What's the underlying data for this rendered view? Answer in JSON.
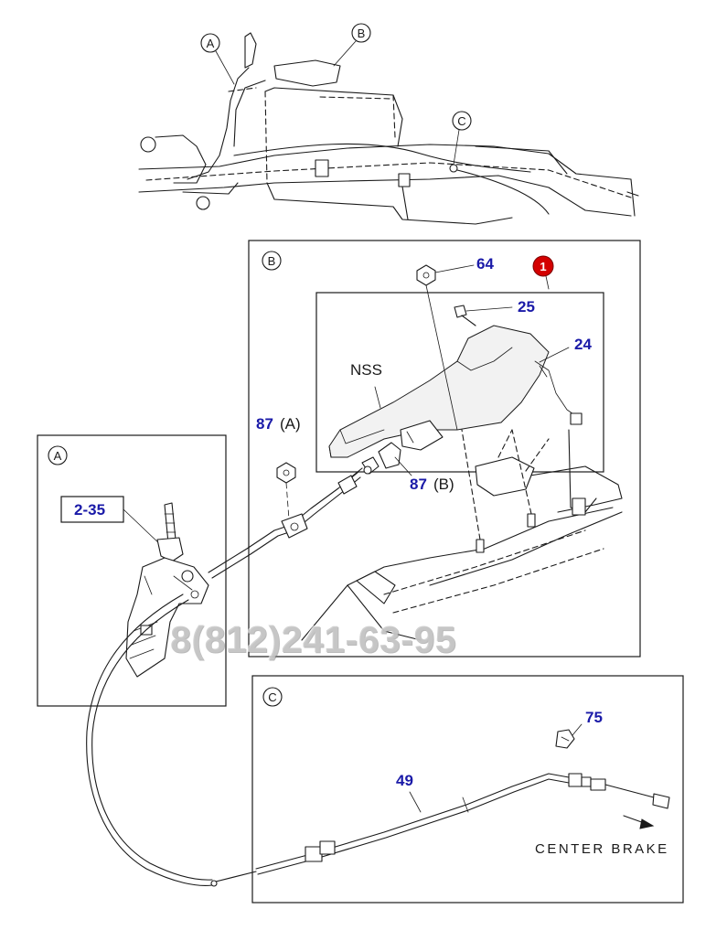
{
  "detail_labels": {
    "a": "A",
    "b": "B",
    "c": "C"
  },
  "callouts": {
    "ref_2_35": "2-35",
    "part_64": "64",
    "part_25": "25",
    "part_24": "24",
    "part_87a_num": "87",
    "part_87a_tag": "(A)",
    "part_87b_num": "87",
    "part_87b_tag": "(B)",
    "part_75": "75",
    "part_49": "49",
    "nss": "NSS",
    "highlight": "1"
  },
  "caption": {
    "center_brake": "CENTER BRAKE"
  },
  "watermark": "8(812)241-63-95",
  "colors": {
    "part_number": "#1a1aa8",
    "highlight": "#d40000",
    "line": "#1a1a1a"
  }
}
